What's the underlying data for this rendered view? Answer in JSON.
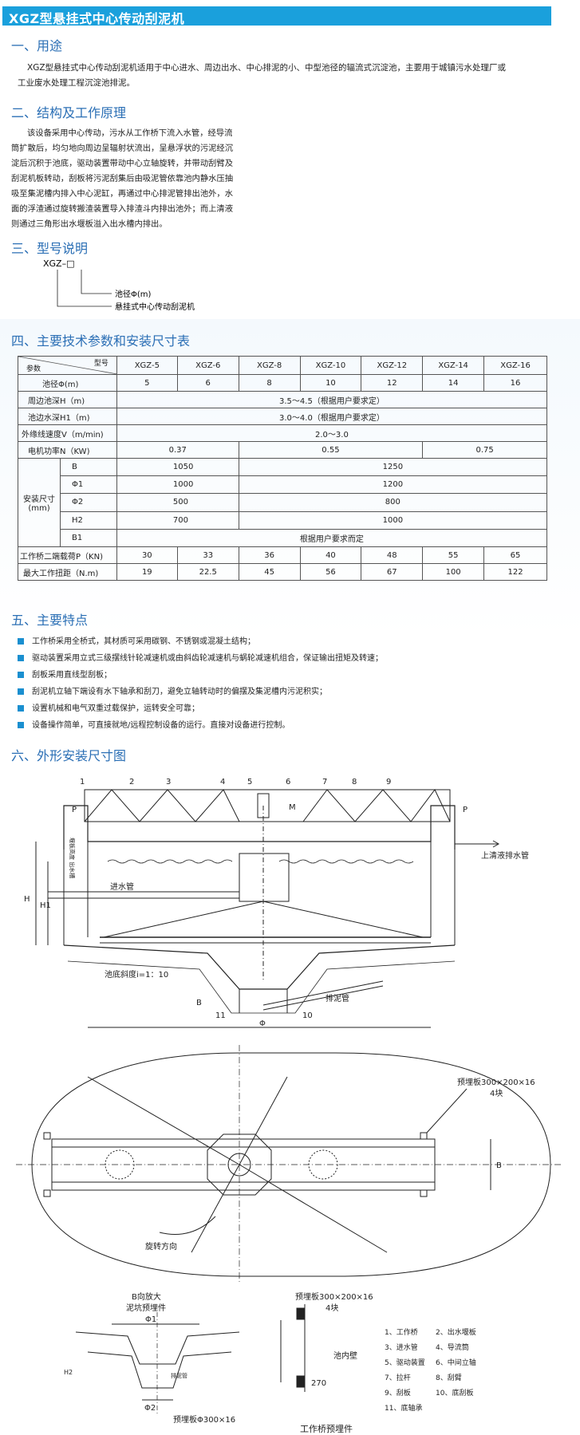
{
  "title": "XGZ型悬挂式中心传动刮泥机",
  "sections": {
    "s1": "一、用途",
    "s2": "二、结构及工作原理",
    "s3": "三、型号说明",
    "s4": "四、主要技术参数和安装尺寸表",
    "s5": "五、主要特点",
    "s6": "六、外形安装尺寸图"
  },
  "usage": {
    "line1": "XGZ型悬挂式中心传动刮泥机适用于中心进水、周边出水、中心排泥的小、中型池径的辐流式沉淀池，主要用于城镇污水处理厂或",
    "line2": "工业废水处理工程沉淀池排泥。"
  },
  "principle": [
    "该设备采用中心传动，污水从工作桥下流入水管，经导流",
    "筒扩散后，均匀地向周边呈辐射状流出，呈悬浮状的污泥经沉",
    "淀后沉积于池底，驱动装置带动中心立轴旋转，并带动刮臂及",
    "刮泥机板转动，刮板将污泥刮集后由吸泥管依靠池内静水压抽",
    "吸至集泥槽内排入中心泥缸，再通过中心排泥管排出池外，水",
    "面的浮渣通过旋转搬渣装置导入排渣斗内排出池外；而上清液",
    "则通过三角形出水堰板溢入出水槽内排出。"
  ],
  "model": {
    "code": "XGZ–□",
    "label1": "池径Φ(m)",
    "label2": "悬挂式中心传动刮泥机"
  },
  "table": {
    "corner_top": "型号",
    "corner_bottom": "参数",
    "models": [
      "XGZ-5",
      "XGZ-6",
      "XGZ-8",
      "XGZ-10",
      "XGZ-12",
      "XGZ-14",
      "XGZ-16"
    ],
    "diameter_label": "池径Φ(m)",
    "diameters": [
      "5",
      "6",
      "8",
      "10",
      "12",
      "14",
      "16"
    ],
    "depth_label": "周边池深H（m)",
    "depth_value": "3.5～4.5（根据用户要求定）",
    "water_label": "池边水深H1（m)",
    "water_value": "3.0～4.0（根据用户要求定）",
    "speed_label": "外缘线速度V（m/min)",
    "speed_value": "2.0～3.0",
    "power_label": "电机功率N（KW)",
    "power": [
      "0.37",
      "0.55",
      "0.75"
    ],
    "install_label1": "安装尺寸",
    "install_label2": "(mm)",
    "install": [
      {
        "name": "B",
        "a": "1050",
        "b": "1250"
      },
      {
        "name": "Φ1",
        "a": "1000",
        "b": "1200"
      },
      {
        "name": "Φ2",
        "a": "500",
        "b": "800"
      },
      {
        "name": "H2",
        "a": "700",
        "b": "1000"
      }
    ],
    "b1_name": "B1",
    "b1_value": "根据用户要求而定",
    "load_label": "工作桥二端载荷P（KN)",
    "load": [
      "30",
      "33",
      "36",
      "40",
      "48",
      "55",
      "65"
    ],
    "torque_label": "最大工作扭距（N.m)",
    "torque": [
      "19",
      "22.5",
      "45",
      "56",
      "67",
      "100",
      "122"
    ]
  },
  "features": [
    "工作桥采用全桥式，其材质可采用碳钢、不锈钢或混凝土结构；",
    "驱动装置采用立式三级摆线针轮减速机或由斜齿轮减速机与蜗轮减速机组合，保证输出扭矩及转速；",
    "刮板采用直线型刮板；",
    "刮泥机立轴下端设有水下轴承和刮刀，避免立轴转动时的偏摆及集泥槽内污泥积实；",
    "设置机械和电气双重过载保护，运转安全可靠；",
    "设备操作简单，可直接就地/远程控制设备的运行。直接对设备进行控制。"
  ],
  "drawing": {
    "numbers": [
      "1",
      "2",
      "3",
      "4",
      "5",
      "6",
      "7",
      "8",
      "9"
    ],
    "p": "P",
    "m": "M",
    "inlet": "进水管",
    "outlet": "上清液排水管",
    "slope": "池底斜度i=1：10",
    "sludge": "排泥管",
    "b": "B",
    "n11": "11",
    "n10": "10",
    "phi": "Φ",
    "h": "H",
    "h1": "H1",
    "h2": "H2",
    "side_marks": "堰板高度 出水槽",
    "plate_top": "预埋板300×200×16",
    "plate_top2": "4块",
    "rotation": "旋转方向",
    "b_right": "B",
    "detail_title1": "B向放大",
    "detail_title2": "泥坑预埋件",
    "phi1": "Φ1",
    "phi2": "Φ2",
    "sludge_small": "排泥管",
    "plate_bottom": "预埋板Φ300×16",
    "bridge_plate": "预埋板300×200×16",
    "bridge_plate2": "4块",
    "pool_wall": "池内壁",
    "dim270": "270",
    "bridge_caption": "工作桥预埋件",
    "legend": [
      "1、工作桥",
      "2、出水堰板",
      "3、进水管",
      "4、导流筒",
      "5、驱动装置",
      "6、中间立轴",
      "7、拉杆",
      "8、刮臂",
      "9、刮板",
      "10、底刮板",
      "11、底轴承"
    ]
  }
}
